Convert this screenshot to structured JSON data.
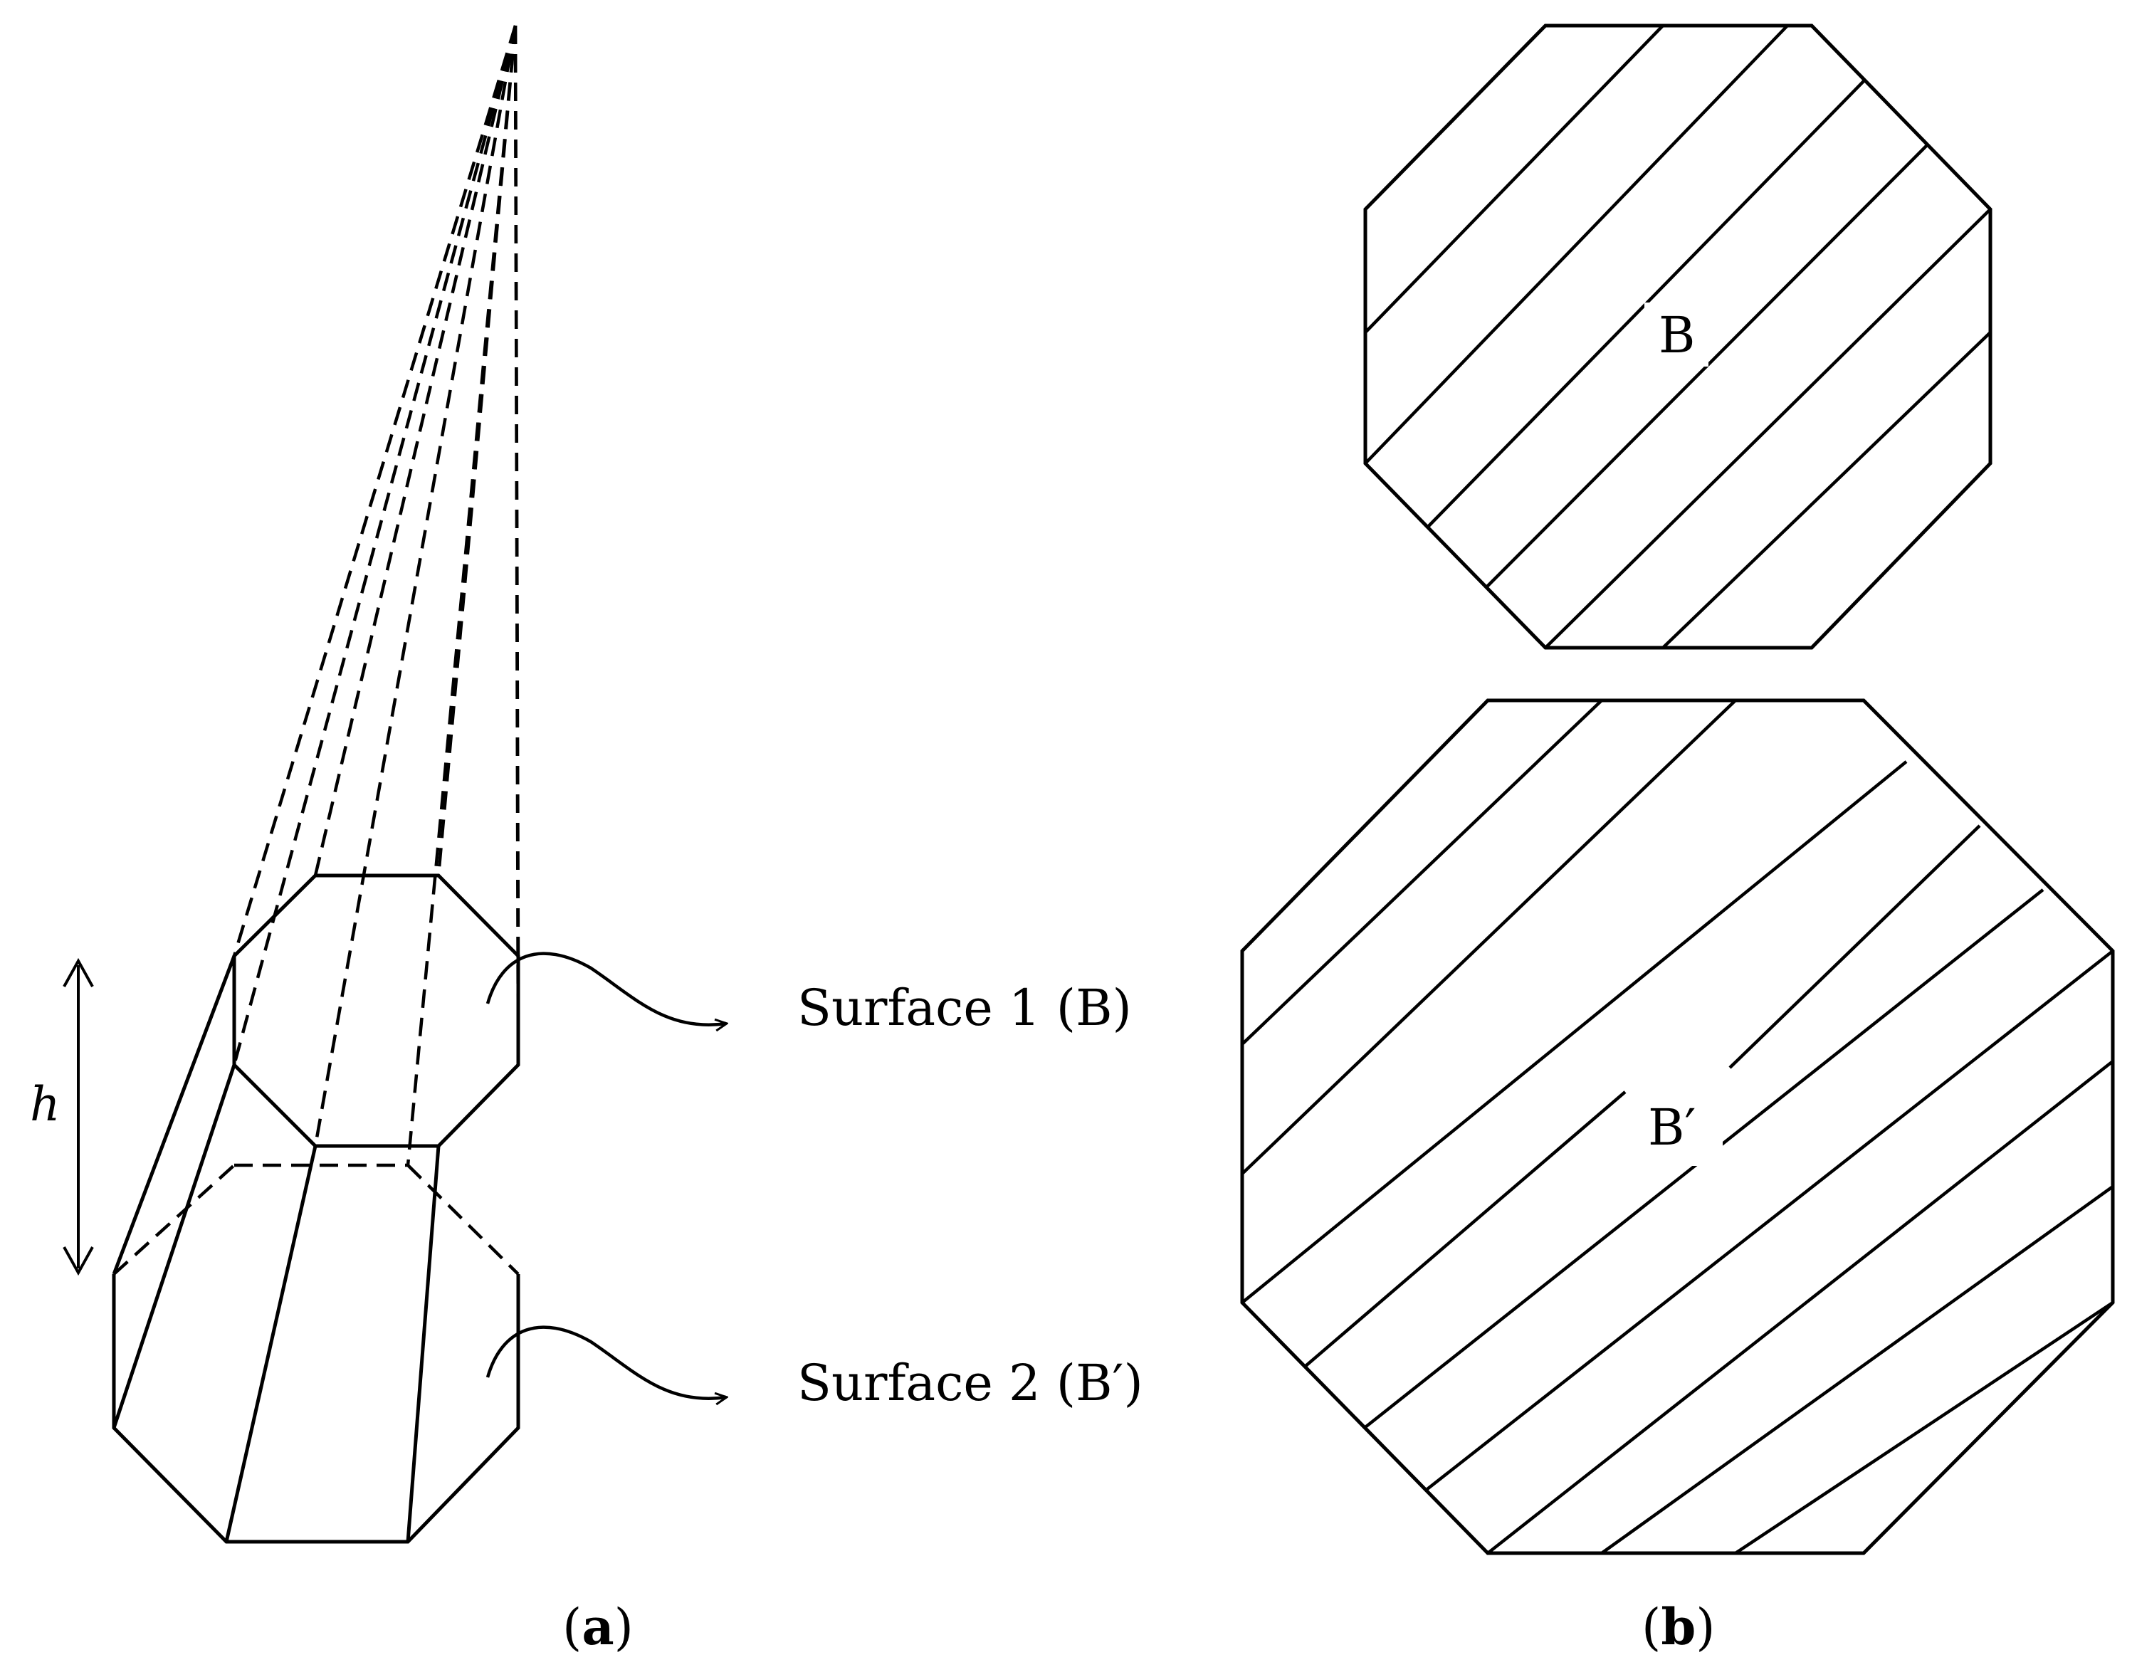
{
  "diagram": {
    "height_label": "h",
    "surface1_label": "Surface 1 (B)",
    "surface2_label": "Surface 2 (B′)",
    "panel_a": {
      "open": "(",
      "letter": "a",
      "close": ")"
    },
    "panel_b": {
      "open": "(",
      "letter": "b",
      "close": ")"
    },
    "octagon_top_label": "B",
    "octagon_bottom_label": "B′"
  },
  "colors": {
    "stroke": "#000000",
    "background": "#ffffff"
  }
}
